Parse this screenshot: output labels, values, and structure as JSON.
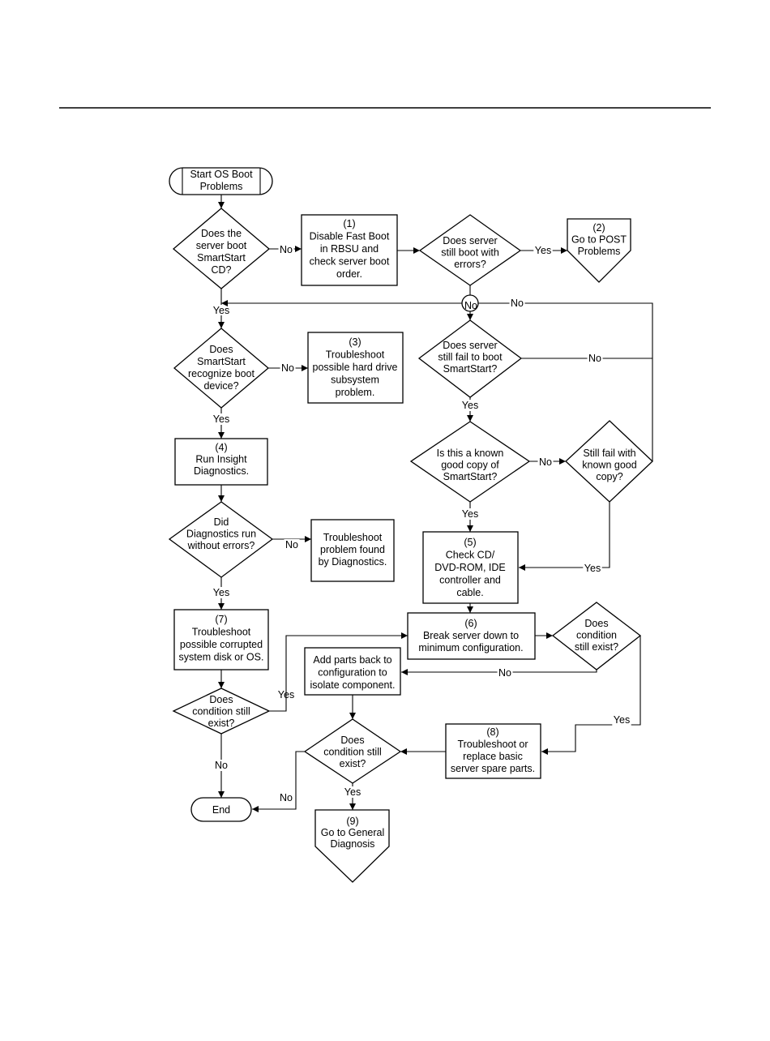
{
  "nodes": {
    "start": [
      "Start OS Boot",
      "Problems"
    ],
    "q_smartstart_cd": [
      "Does the",
      "server boot",
      "SmartStart",
      "CD?"
    ],
    "step1": [
      "(1)",
      "Disable Fast Boot",
      "in RBSU and",
      "check server boot",
      "order."
    ],
    "q_still_boot_errors": [
      "Does server",
      "still boot with",
      "errors?"
    ],
    "step2": [
      "(2)",
      "Go to POST",
      "Problems"
    ],
    "q_recognize_boot": [
      "Does",
      "SmartStart",
      "recognize boot",
      "device?"
    ],
    "step3": [
      "(3)",
      "Troubleshoot",
      "possible hard drive",
      "subsystem",
      "problem."
    ],
    "q_still_fail_boot": [
      "Does server",
      "still fail to boot",
      "SmartStart?"
    ],
    "step4": [
      "(4)",
      "Run Insight",
      "Diagnostics."
    ],
    "q_known_good": [
      "Is this a known",
      "good copy of",
      "SmartStart?"
    ],
    "q_still_fail_known": [
      "Still fail with",
      "known good",
      "copy?"
    ],
    "q_diag_errors": [
      "Did",
      "Diagnostics run",
      "without errors?"
    ],
    "troubleshoot_diag": [
      "Troubleshoot",
      "problem found",
      "by Diagnostics."
    ],
    "step5": [
      "(5)",
      "Check CD/",
      "DVD-ROM, IDE",
      "controller and",
      "cable."
    ],
    "step7": [
      "(7)",
      "Troubleshoot",
      "possible corrupted",
      "system disk or OS."
    ],
    "step6": [
      "(6)",
      "Break server down to",
      "minimum configuration."
    ],
    "q_condition_exist_6": [
      "Does",
      "condition",
      "still exist?"
    ],
    "add_parts": [
      "Add parts back to",
      "configuration to",
      "isolate component."
    ],
    "q_condition_exist_7": [
      "Does",
      "condition still",
      "exist?"
    ],
    "q_condition_exist_add": [
      "Does",
      "condition still",
      "exist?"
    ],
    "step8": [
      "(8)",
      "Troubleshoot or",
      "replace basic",
      "server spare parts."
    ],
    "end": [
      "End"
    ],
    "step9": [
      "(9)",
      "Go to General",
      "Diagnosis"
    ]
  },
  "edge_labels": {
    "cd_no": "No",
    "cd_yes": "Yes",
    "errors_yes": "Yes",
    "errors_no": "No",
    "right_loop_no": "No",
    "fail_boot_no": "No",
    "recognize_no": "No",
    "recognize_yes": "Yes",
    "fail_boot_yes": "Yes",
    "known_no": "No",
    "known_yes": "Yes",
    "diag_no": "No",
    "diag_yes": "Yes",
    "still_fail_yes": "Yes",
    "cond6_no": "No",
    "cond6_yes": "Yes",
    "cond7_yes": "Yes",
    "cond7_no": "No",
    "cond_add_yes": "Yes",
    "cond_add_no": "No"
  }
}
